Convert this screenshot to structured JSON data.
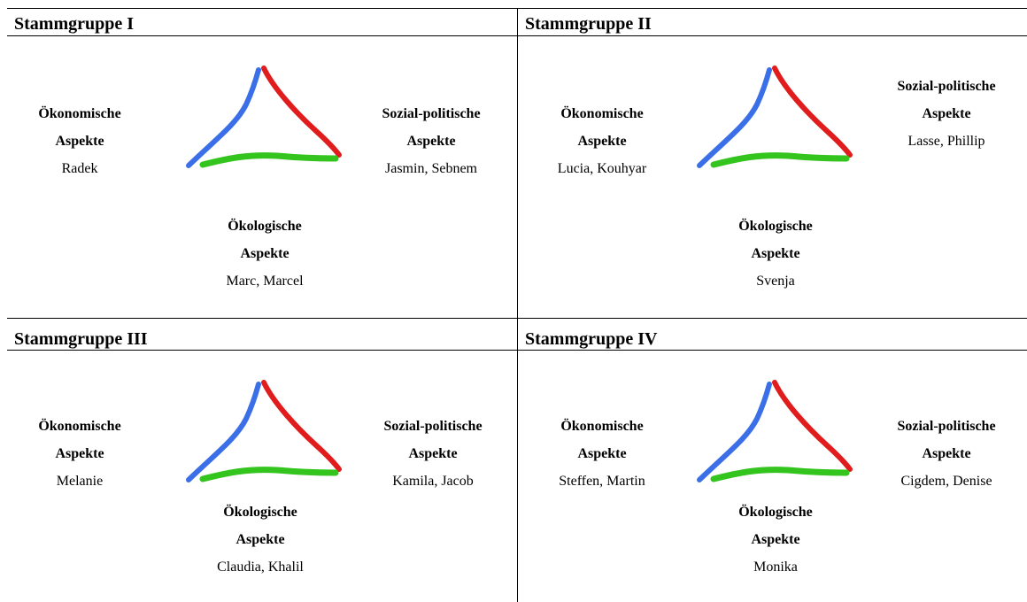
{
  "quadrants": [
    {
      "title": "Stammgruppe I",
      "oekonomisch": {
        "line1": "Ökonomische",
        "line2": "Aspekte",
        "names": "Radek"
      },
      "sozial": {
        "line1": "Sozial-politische",
        "line2": "Aspekte",
        "names": "Jasmin, Sebnem"
      },
      "oekologisch": {
        "line1": "Ökologische",
        "line2": "Aspekte",
        "names": "Marc, Marcel"
      }
    },
    {
      "title": "Stammgruppe II",
      "oekonomisch": {
        "line1": "Ökonomische",
        "line2": "Aspekte",
        "names": "Lucia, Kouhyar"
      },
      "sozial": {
        "line1": "Sozial-politische",
        "line2": "Aspekte",
        "names": "Lasse, Phillip"
      },
      "oekologisch": {
        "line1": "Ökologische",
        "line2": "Aspekte",
        "names": "Svenja"
      }
    },
    {
      "title": "Stammgruppe III",
      "oekonomisch": {
        "line1": "Ökonomische",
        "line2": "Aspekte",
        "names": "Melanie"
      },
      "sozial": {
        "line1": "Sozial-politische",
        "line2": "Aspekte",
        "names": "Kamila, Jacob"
      },
      "oekologisch": {
        "line1": "Ökologische",
        "line2": "Aspekte",
        "names": "Claudia, Khalil"
      }
    },
    {
      "title": "Stammgruppe IV",
      "oekonomisch": {
        "line1": "Ökonomische",
        "line2": "Aspekte",
        "names": "Steffen, Martin"
      },
      "sozial": {
        "line1": "Sozial-politische",
        "line2": "Aspekte",
        "names": "Cigdem, Denise"
      },
      "oekologisch": {
        "line1": "Ökologische",
        "line2": "Aspekte",
        "names": "Monika"
      }
    }
  ],
  "colors": {
    "economic_stroke": "#3a6fe8",
    "social_stroke": "#e01c1c",
    "ecological_stroke": "#33c41d"
  }
}
